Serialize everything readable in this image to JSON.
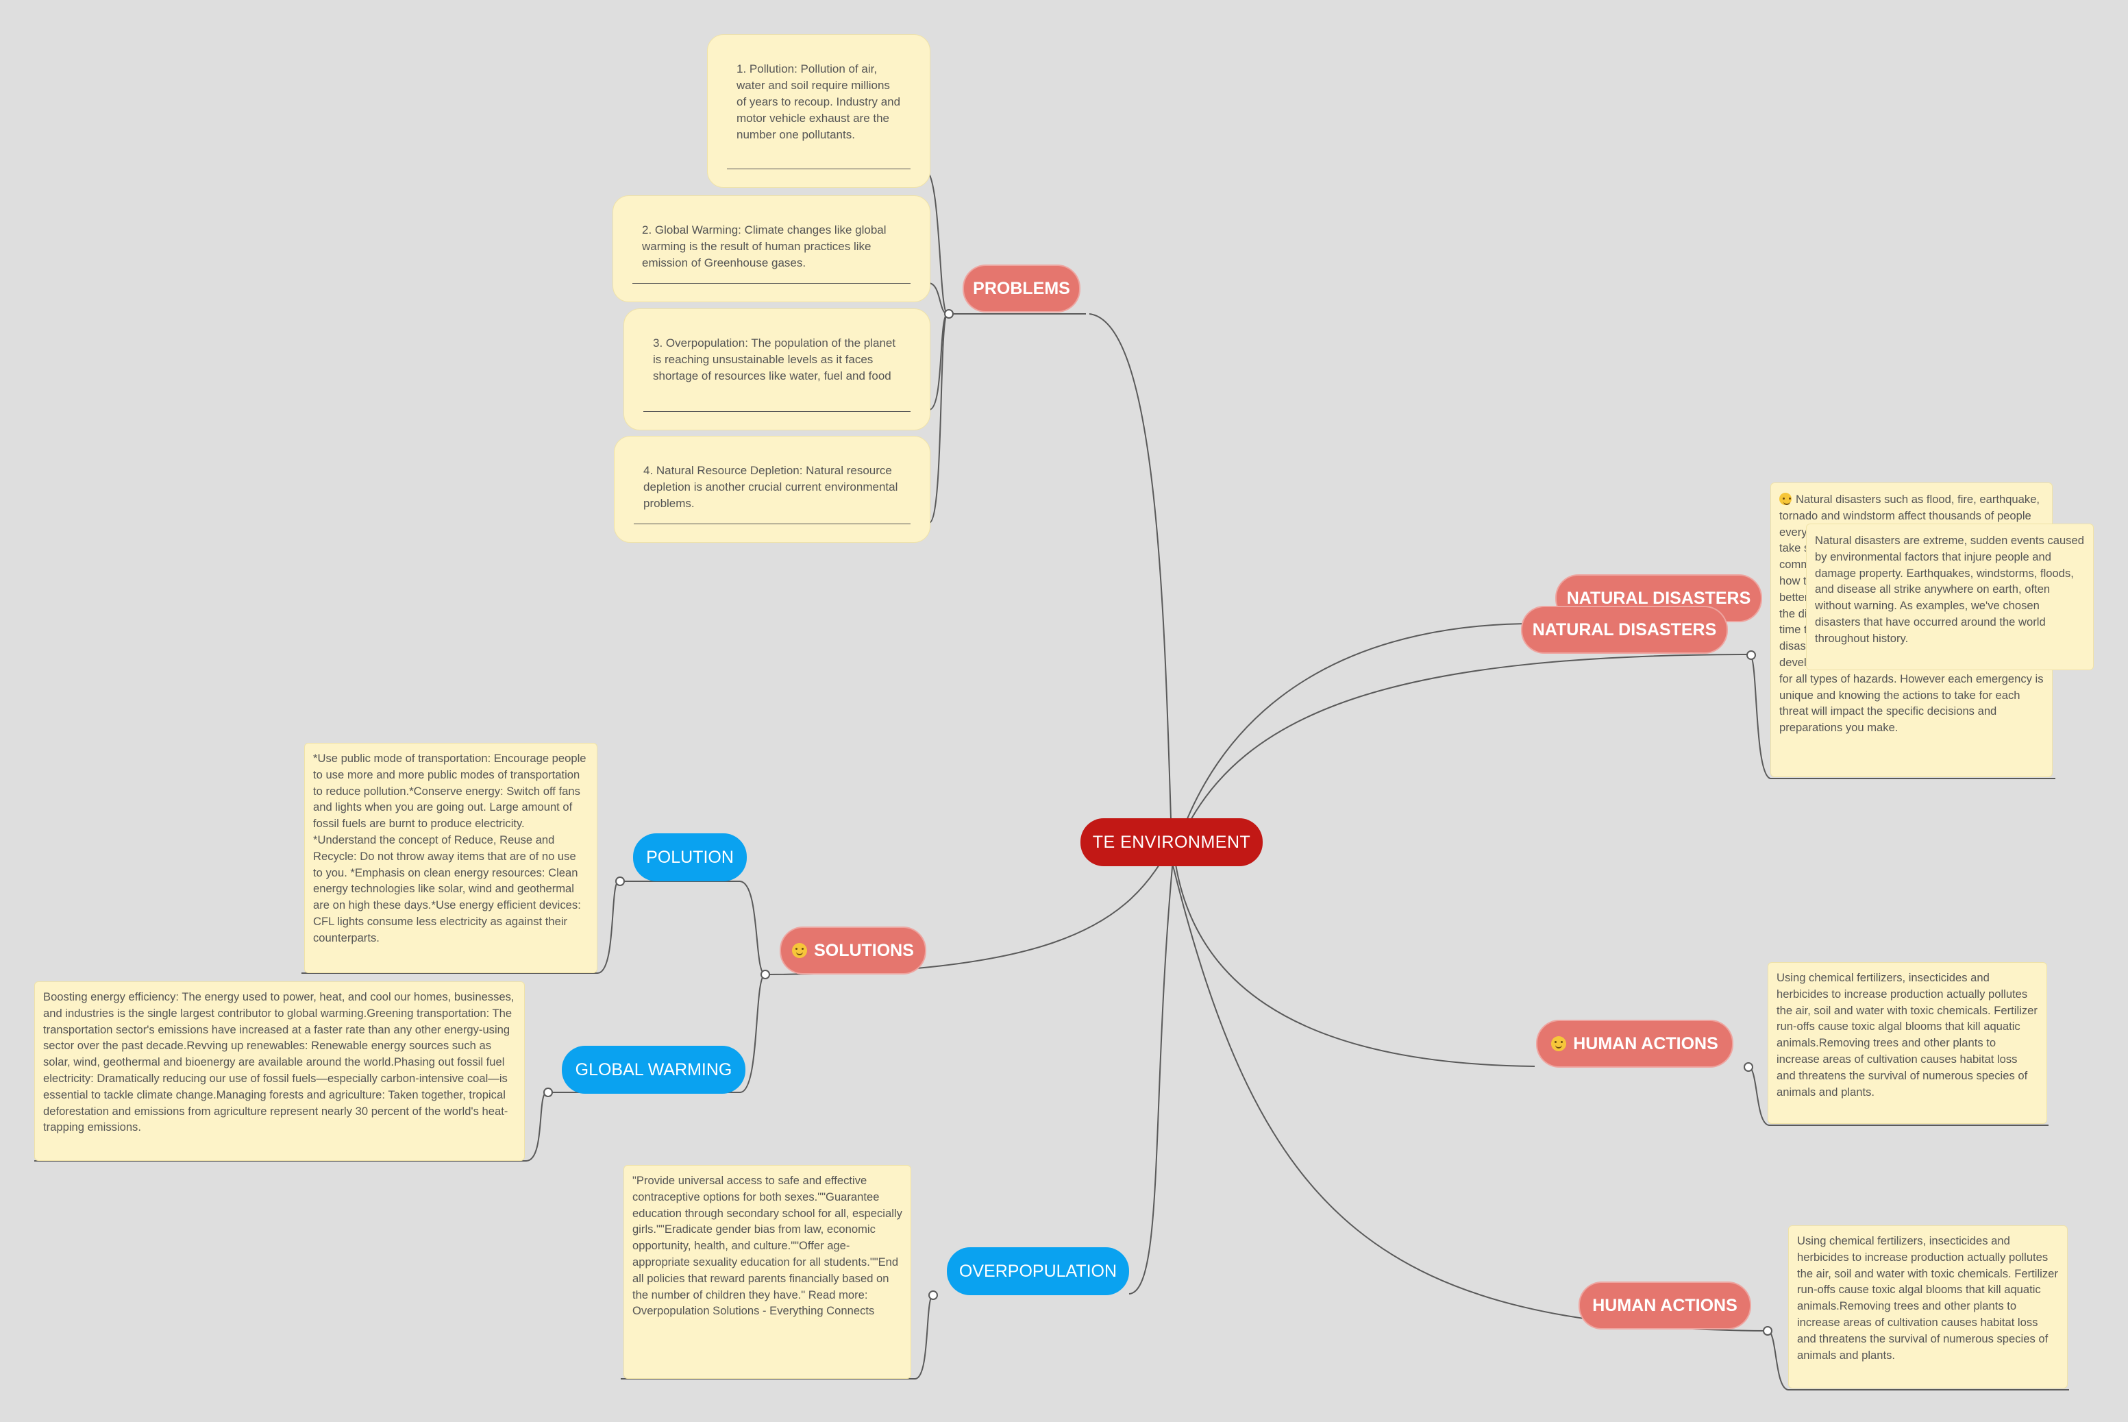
{
  "root": {
    "label": "TE ENVIRONMENT"
  },
  "problems": {
    "label": "PROBLEMS",
    "notes": [
      "1. Pollution: Pollution of air, water and soil require millions of years to recoup. Industry and motor vehicle exhaust are the  number one pollutants.",
      "2. Global Warming: Climate changes like global warming is the result of human practices like emission of Greenhouse gases.",
      "3. Overpopulation: The population of the planet is reaching unsustainable levels as it faces shortage of resources like water, fuel and food",
      "4. Natural Resource Depletion: Natural resource depletion is another crucial current environmental problems."
    ]
  },
  "natural_disasters": {
    "label_top": "NATURAL DISASTERS",
    "label_bottom": "NATURAL DISASTERS",
    "note_back": "Natural disasters such as flood, fire, earthquake, tornado and windstorm affect thousands of people every year. We need to know what our risks are and take steps to protect ourselves, our family and community. Recognizing the dangers and knowing how to respond will help you and your family to be better prepared. The steps to prepare to get through the disaster and after it, you can give your family the time to do to prepare for the most common disasters, such as assembling a supply kit and developing a family emergency plan, are the same for all types of hazards. However each emergency is unique and knowing the actions to take for each threat will impact the specific decisions and preparations you make.",
    "note_front": "Natural disasters are extreme, sudden events caused by environmental     factors that injure people and damage property. Earthquakes, windstorms,     floods, and disease all strike anywhere on earth, often without warning. As examples, we've chosen disasters that have occurred around the world     throughout history."
  },
  "solutions": {
    "label": "SOLUTIONS",
    "pollution": {
      "label": "POLUTION",
      "note": "*Use public mode of transportation: Encourage people to use more and more public modes of transportation to reduce pollution.*Conserve energy: Switch off fans and lights when you are going out. Large amount of fossil fuels are burnt to produce electricity. *Understand the concept of Reduce, Reuse and Recycle: Do not throw away items that are of no use to you. *Emphasis on clean energy resources: Clean energy technologies like solar, wind and geothermal are on high these days.*Use energy efficient devices: CFL lights consume less electricity as against their counterparts."
    },
    "global_warming": {
      "label": "GLOBAL WARMING",
      "note": "Boosting energy efficiency: The energy used to  power, heat, and cool our homes, businesses, and industries is the  single largest contributor to global warming.Greening transportation: The transportation sector's emissions have increased at a faster rate than any other energy-using sector over the past decade.Revving up renewables: Renewable energy sources such as solar, wind, geothermal and bioenergy are available around the world.Phasing out fossil fuel electricity: Dramatically reducing our use of fossil fuels—especially carbon-intensive coal—is essential to tackle climate change.Managing forests and agriculture:  Taken together, tropical deforestation and emissions from agriculture  represent nearly 30 percent of the world's heat-trapping emissions."
    }
  },
  "overpopulation": {
    "label": "OVERPOPULATION",
    "note": "\"Provide universal access to safe and effective contraceptive options for both sexes.\"\"Guarantee education through secondary school for all, especially girls.\"\"Eradicate gender bias from law, economic opportunity, health, and culture.\"\"Offer age-appropriate sexuality education for all students.\"\"End all policies that reward parents financially based on the number of children they have.\" Read more: Overpopulation Solutions - Everything Connects"
  },
  "human_actions_1": {
    "label": "HUMAN ACTIONS",
    "note": "Using chemical fertilizers, insecticides and herbicides to increase  production actually pollutes the air, soil and water with toxic chemicals. Fertilizer run-offs cause toxic algal blooms that kill  aquatic animals.Removing trees and other plants to increase areas of cultivation  causes habitat loss and threatens the survival of numerous species of  animals and plants."
  },
  "human_actions_2": {
    "label": "HUMAN ACTIONS",
    "note": "Using chemical fertilizers, insecticides and herbicides to increase  production actually pollutes the air, soil and water with toxic chemicals. Fertilizer run-offs cause toxic algal blooms that kill  aquatic animals.Removing trees and other plants to increase areas of cultivation  causes habitat loss and threatens the survival of numerous species of  animals and plants."
  },
  "colors": {
    "root": "#c21815",
    "main_topic": "#e5766e",
    "sub_topic": "#0aa2f0",
    "note": "#fdf3c8",
    "background": "#dedede",
    "line": "#555555"
  }
}
